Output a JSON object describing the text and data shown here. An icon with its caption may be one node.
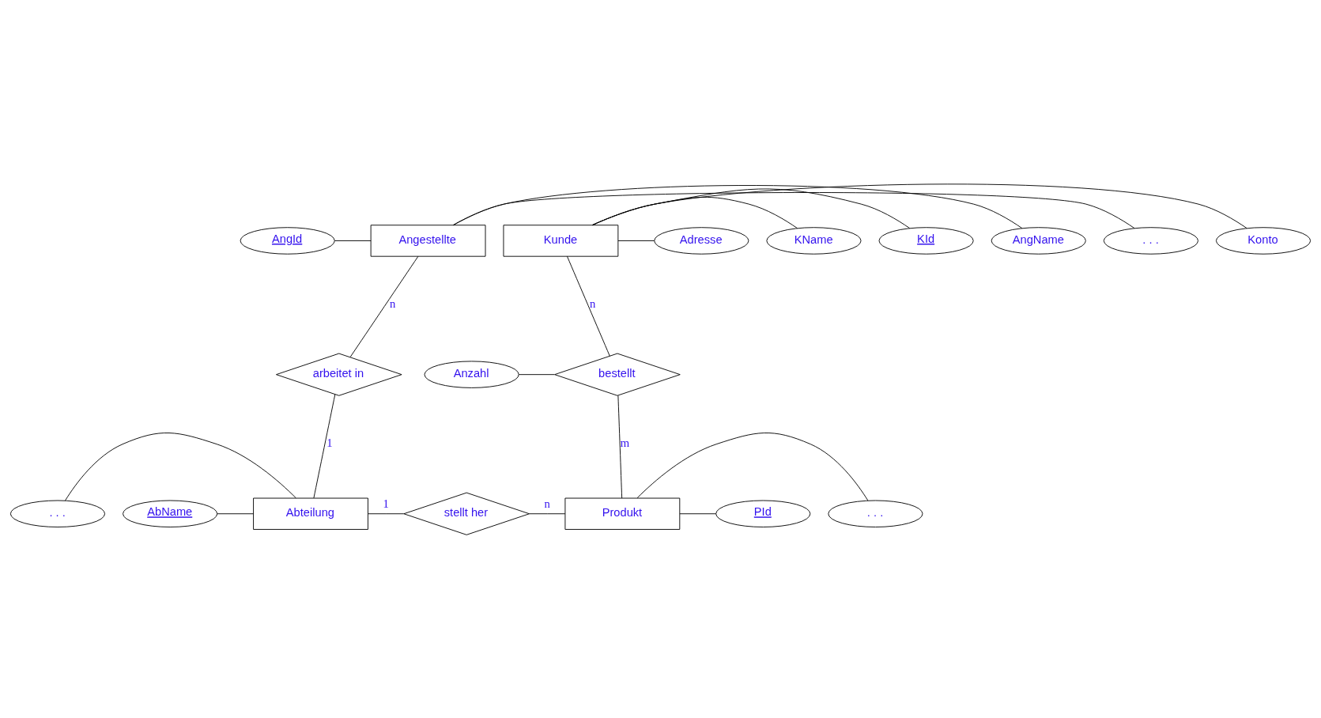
{
  "diagram": {
    "nodes": [
      {
        "text": [
          "AngId"
        ]
      },
      {
        "text": [
          "AngName"
        ]
      },
      {
        "text": [
          ". . ."
        ]
      },
      {
        "text": [
          "Angestellte"
        ]
      },
      {
        "text": [
          "Kunde"
        ]
      },
      {
        "text": [
          "KId"
        ]
      },
      {
        "text": [
          "KName"
        ]
      },
      {
        "text": [
          "Adresse"
        ]
      },
      {
        "text": [
          "Konto"
        ]
      },
      {
        "text": [
          "arbeitet in"
        ]
      },
      {
        "text": [
          "Anzahl"
        ]
      },
      {
        "text": [
          "bestellt"
        ]
      },
      {
        "text": [
          "AbName"
        ]
      },
      {
        "text": [
          "Abteilung"
        ]
      },
      {
        "text": [
          "stellt her"
        ]
      },
      {
        "text": [
          "Produkt"
        ]
      },
      {
        "text": [
          "PId"
        ]
      },
      {
        "text": [
          ". . ."
        ]
      },
      {
        "text": [
          ". . ."
        ]
      }
    ],
    "edges": [
      {
        "from": 0,
        "to": 3,
        "arrow": "none"
      },
      {
        "from": 1,
        "to": 3,
        "arrow": "none"
      },
      {
        "from": 2,
        "to": 3,
        "arrow": "none"
      },
      {
        "from": 4,
        "to": 5,
        "arrow": "none"
      },
      {
        "from": 4,
        "to": 6,
        "arrow": "none"
      },
      {
        "from": 4,
        "to": 7,
        "arrow": "none"
      },
      {
        "from": 4,
        "to": 8,
        "arrow": "none"
      },
      {
        "from": 3,
        "to": 9,
        "arrow": "none",
        "label": "n"
      },
      {
        "from": 9,
        "to": 13,
        "arrow": "none",
        "label": "1"
      },
      {
        "from": 4,
        "to": 11,
        "arrow": "none",
        "label": "n"
      },
      {
        "from": 10,
        "to": 11,
        "arrow": "none"
      },
      {
        "from": 11,
        "to": 15,
        "arrow": "none",
        "label": "m"
      },
      {
        "from": 12,
        "to": 13,
        "arrow": "none"
      },
      {
        "from": 18,
        "to": 13,
        "arrow": "none"
      },
      {
        "from": 13,
        "to": 14,
        "arrow": "none",
        "label": "1"
      },
      {
        "from": 14,
        "to": 15,
        "arrow": "none",
        "label": "n"
      },
      {
        "from": 15,
        "to": 16,
        "arrow": "none"
      },
      {
        "from": 15,
        "to": 17,
        "arrow": "none"
      }
    ]
  }
}
